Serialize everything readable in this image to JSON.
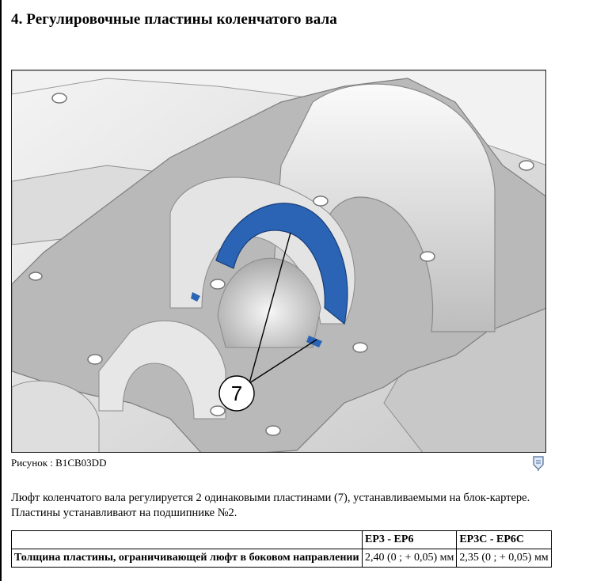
{
  "section": {
    "title": "4. Регулировочные пластины коленчатого вала"
  },
  "figure": {
    "callout_label": "7",
    "caption": "Рисунок : B1CB03DD",
    "icon": "figure-link-icon"
  },
  "description": {
    "line1": "Люфт коленчатого вала регулируется 2 одинаковыми пластинами (7), устанавливаемыми на блок-картере.",
    "line2": "Пластины устанавливают на подшипнике №2."
  },
  "spec_table": {
    "headers": [
      "EP3 - EP6",
      "EP3C - EP6C"
    ],
    "row": {
      "label": "Толщина пластины, ограничивающей люфт в боковом направлении",
      "values": [
        "2,40 (0 ; + 0,05) мм",
        "2,35 (0 ; + 0,05) мм"
      ]
    }
  },
  "colors": {
    "thrust_plate": "#2b64b4",
    "casting": "#d9d9d9",
    "flange": "#bdbdbd"
  }
}
